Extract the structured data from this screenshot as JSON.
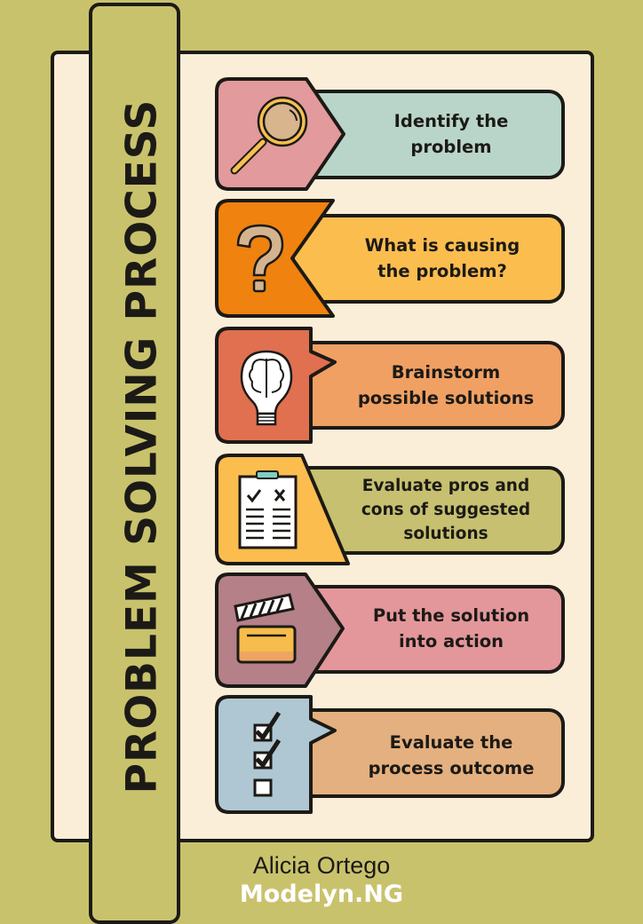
{
  "title": "PROBLEM SOLVING PROCESS",
  "steps": [
    {
      "lines": [
        "Identify the",
        "problem"
      ],
      "icon": "magnifying-glass-icon",
      "icon_color": "#e29a9c",
      "pill_color": "#b9d5c9"
    },
    {
      "lines": [
        "What is causing",
        "the problem?"
      ],
      "icon": "question-mark-icon",
      "icon_color": "#f0820f",
      "pill_color": "#fcbd4f"
    },
    {
      "lines": [
        "Brainstorm",
        "possible solutions"
      ],
      "icon": "lightbulb-brain-icon",
      "icon_color": "#e0704f",
      "pill_color": "#f0a063"
    },
    {
      "lines": [
        "Evaluate pros and",
        "cons of suggested",
        "solutions"
      ],
      "icon": "clipboard-checklist-icon",
      "icon_color": "#fcbd4f",
      "pill_color": "#c6c070"
    },
    {
      "lines": [
        "Put the solution",
        "into action"
      ],
      "icon": "clapperboard-icon",
      "icon_color": "#b58088",
      "pill_color": "#e3979b"
    },
    {
      "lines": [
        "Evaluate the",
        "process outcome"
      ],
      "icon": "checkbox-list-icon",
      "icon_color": "#aec7d3",
      "pill_color": "#e4b07f"
    }
  ],
  "author": "Alicia Ortego",
  "watermark": "Modelyn.NG"
}
